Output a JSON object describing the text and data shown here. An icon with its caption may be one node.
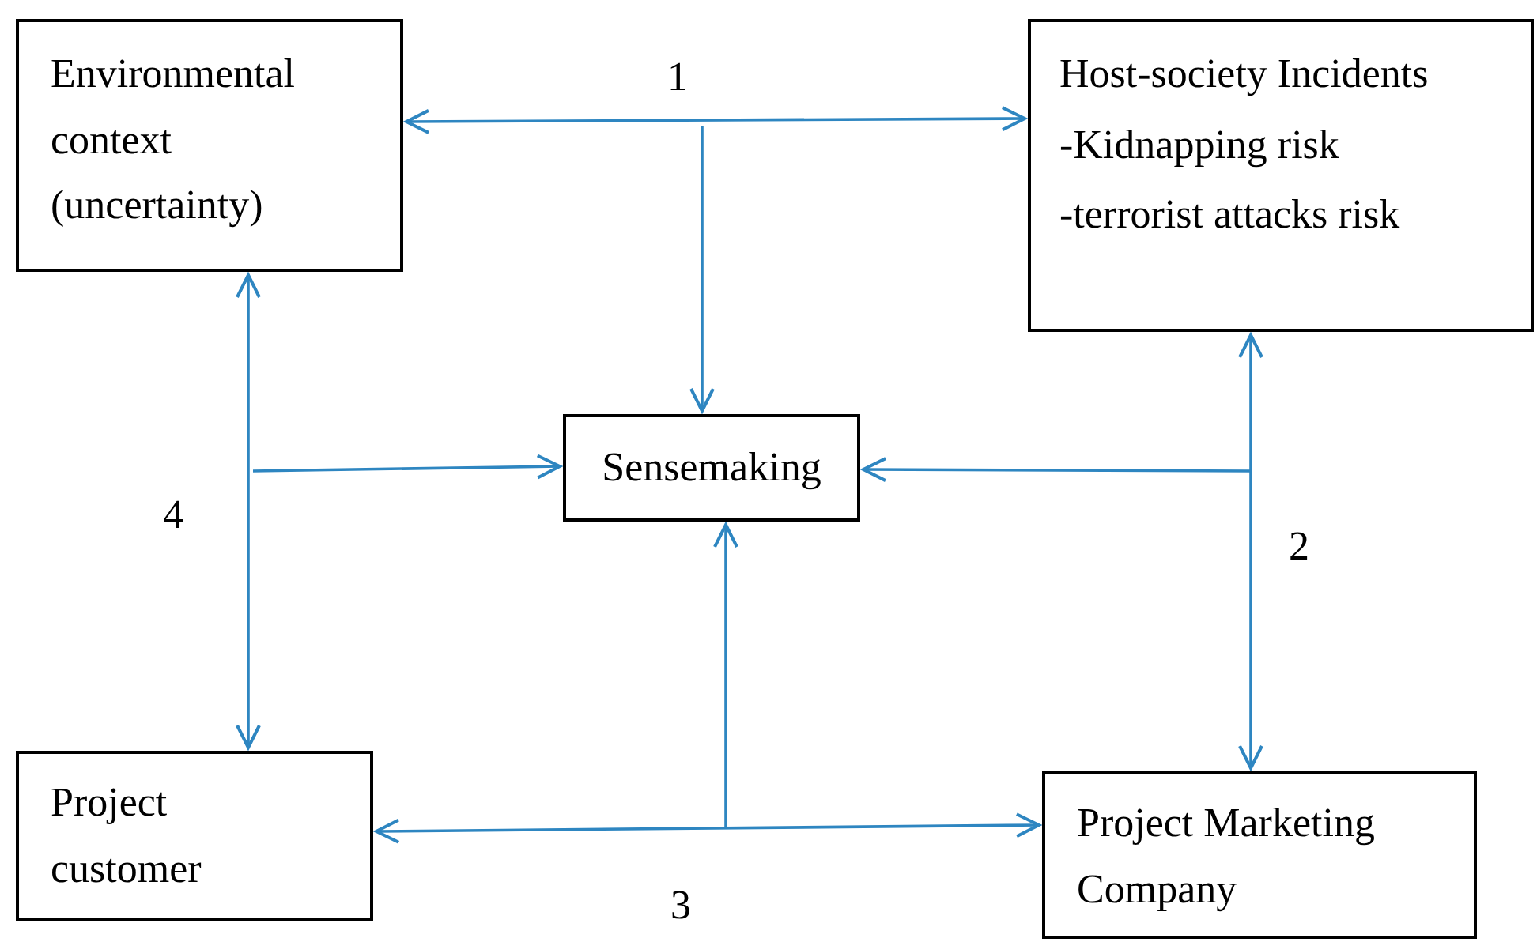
{
  "diagram": {
    "nodes": [
      {
        "text": [
          "Environmental context (uncertainty)"
        ]
      },
      {
        "text": [
          "Host-society Incidents",
          "-Kidnapping risk",
          "-terrorist attacks risk"
        ]
      },
      {
        "text": [
          "Sensemaking"
        ]
      },
      {
        "text": [
          "Project customer"
        ]
      },
      {
        "text": [
          "Project Marketing Company"
        ]
      }
    ],
    "edges": [
      {
        "from": 0,
        "to": 1,
        "arrow": "both"
      },
      {
        "from": null,
        "to": 2,
        "arrow": "to"
      },
      {
        "from": 0,
        "to": 3,
        "arrow": "both"
      },
      {
        "from": null,
        "to": 2,
        "arrow": "to"
      },
      {
        "from": 1,
        "to": 4,
        "arrow": "both"
      },
      {
        "from": null,
        "to": 2,
        "arrow": "to"
      },
      {
        "from": 3,
        "to": 4,
        "arrow": "both"
      },
      {
        "from": null,
        "to": 2,
        "arrow": "to"
      }
    ],
    "labels": [
      "1",
      "4",
      "2",
      "3"
    ]
  }
}
